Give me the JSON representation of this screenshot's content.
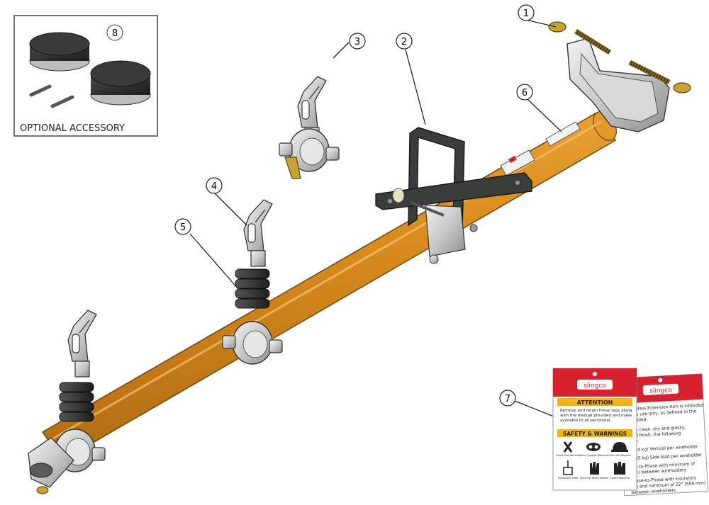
{
  "accessory_box": {
    "label": "OPTIONAL ACCESSORY",
    "callout": "8"
  },
  "callouts": [
    "1",
    "2",
    "3",
    "4",
    "5",
    "6",
    "7"
  ],
  "tag_front": {
    "brand": "slingco",
    "attention_title": "ATTENTION",
    "attention_text": [
      "Remove and retain these tags along",
      "with the manual provided and make",
      "available to all personnel."
    ],
    "safety_title": "SAFETY & WARNINGS",
    "icons": [
      {
        "icon": "no-touch-icon",
        "label": "Shock Haz Warning"
      },
      {
        "icon": "goggles-icon",
        "label": "Safety Goggles Required"
      },
      {
        "icon": "hard-hat-icon",
        "label": "Hard Hat Required"
      },
      {
        "icon": "suspended-load-icon",
        "label": "Suspended Load"
      },
      {
        "icon": "shock-hand-icon",
        "label": "Electrical Shock Hazard"
      },
      {
        "icon": "gloves-icon",
        "label": "Gloves Required"
      }
    ]
  },
  "tag_back": {
    "brand": "slingco",
    "lines": [
      "iberglass Extension Arm is intended",
      "orary use only, as defined in the",
      "provided.",
      "pt in clean, dry and glossy,",
      "ered finish, the following",
      "pply:",
      "(8.04 kg) Vertical per wireholder",
      "(5.35 kg) Side load per wireholder",
      "ase-to-Phase with minimum of",
      "mm) between wireholders.",
      "Phase-to-Phase with insulators",
      "52) and minimum of 22\" (559 mm)",
      "between wireholders."
    ]
  },
  "colors": {
    "pole": "#d98c1e",
    "rubber": "#2c2c2c",
    "metal": "#c9c9c9",
    "bracket": "#3a3d3a",
    "tag_red": "#d6202e",
    "tag_yellow": "#f2b21c"
  }
}
